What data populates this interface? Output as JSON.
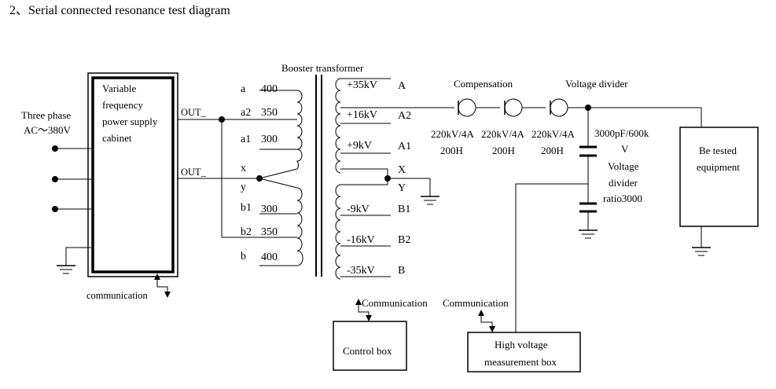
{
  "title": "2、Serial connected resonance test diagram",
  "source": {
    "line1": "Three phase",
    "line2": "AC～380V"
  },
  "cabinet": {
    "lines": [
      "Variable",
      "frequency",
      "power   supply",
      "cabinet"
    ],
    "out_top": "OUT_",
    "out_bottom": "OUT_",
    "comm": "communication"
  },
  "booster": {
    "title": "Booster transformer",
    "primary": [
      {
        "tap": "a",
        "volt": "400"
      },
      {
        "tap": "a2",
        "volt": "350"
      },
      {
        "tap": "a1",
        "volt": "300"
      },
      {
        "tap": "x",
        "volt": ""
      },
      {
        "tap": "y",
        "volt": ""
      },
      {
        "tap": "b1",
        "volt": "300"
      },
      {
        "tap": "b2",
        "volt": "350"
      },
      {
        "tap": "b",
        "volt": "400"
      }
    ],
    "secondary": [
      {
        "kv": "+35kV",
        "tap": "A"
      },
      {
        "kv": "+16kV",
        "tap": "A2"
      },
      {
        "kv": "+9kV",
        "tap": "A1"
      },
      {
        "kv": "",
        "tap": "X"
      },
      {
        "kv": "",
        "tap": "Y"
      },
      {
        "kv": "-9kV",
        "tap": "B1"
      },
      {
        "kv": "-16kV",
        "tap": "B2"
      },
      {
        "kv": "-35kV",
        "tap": "B"
      }
    ]
  },
  "compensation": {
    "title": "Compensation",
    "reactors": [
      {
        "rating": "220kV/4A",
        "inductance": "200H"
      },
      {
        "rating": "220kV/4A",
        "inductance": "200H"
      },
      {
        "rating": "220kV/4A",
        "inductance": "200H"
      }
    ]
  },
  "divider": {
    "title": "Voltage divider",
    "spec_line1": "3000pF/600k",
    "spec_line2": "V",
    "ratio_line1": "Voltage",
    "ratio_line2": "divider",
    "ratio_line3": "ratio3000"
  },
  "dut": {
    "line1": "Be tested",
    "line2": "equipment"
  },
  "control_box": {
    "label": "Control box",
    "comm": "Communication"
  },
  "hv_box": {
    "line1": "High voltage",
    "line2": "measurement box",
    "comm": "Communication"
  }
}
